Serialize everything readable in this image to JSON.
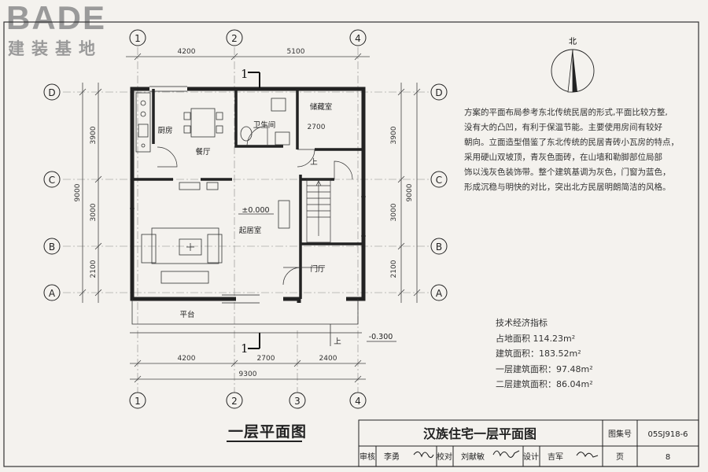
{
  "logo": {
    "brand": "BADE",
    "subtitle": "建装基地"
  },
  "grid": {
    "columns": [
      "1",
      "2",
      "3",
      "4"
    ],
    "rows": [
      "D",
      "C",
      "B",
      "A"
    ]
  },
  "dimensions": {
    "top": [
      "4200",
      "5100"
    ],
    "bottom_parts": [
      "4200",
      "2700",
      "2400"
    ],
    "bottom_total": "9300",
    "side_parts": [
      "3900",
      "3000",
      "2100"
    ],
    "side_total": "9000",
    "storage_width": "2700"
  },
  "rooms": {
    "kitchen": "厨房",
    "dining": "餐厅",
    "bathroom": "卫生间",
    "storage": "储藏室",
    "living": "起居室",
    "foyer": "门厅",
    "platform": "平台"
  },
  "levels": {
    "floor": "±0.000",
    "outside": "-0.300"
  },
  "markers": {
    "up": "上",
    "section": "1"
  },
  "north": "北",
  "description": [
    "方案的平面布局参考东北传统民居的形式,平面比较方整,",
    "没有大的凸凹，有利于保温节能。主要使用房间有较好",
    "朝向。立面造型借鉴了东北传统的民居青砖小瓦房的特点，",
    "采用硬山双坡顶，青灰色面砖，在山墙和勒脚部位局部",
    "饰以浅灰色装饰带。整个建筑基调为灰色，门窗为蓝色，",
    "形成沉稳与明快的对比，突出北方民居明朗简洁的风格。"
  ],
  "stats": {
    "title": "技术经济指标",
    "items": [
      "占地面积  114.23m²",
      "建筑面积：183.52m²",
      "一层建筑面积：97.48m²",
      "二层建筑面积：86.04m²"
    ]
  },
  "figure_title": "一层平面图",
  "title_block": {
    "drawing_name": "汉族住宅一层平面图",
    "atlas_label": "图集号",
    "atlas_no": "05SJ918-6",
    "check_label": "审核",
    "checker": "李勇",
    "proof_label": "校对",
    "proofer": "刘献敏",
    "design_label": "设计",
    "designer": "吉军",
    "page_label": "页",
    "page_no": "8"
  }
}
